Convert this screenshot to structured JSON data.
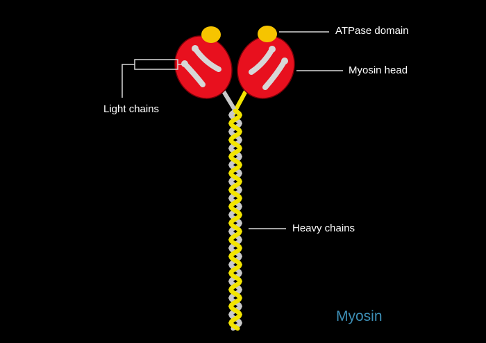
{
  "diagram": {
    "title": "Myosin",
    "labels": {
      "atpase_domain": "ATPase domain",
      "myosin_head": "Myosin head",
      "light_chains": "Light chains",
      "heavy_chains": "Heavy chains"
    }
  },
  "colors": {
    "background": "#000000",
    "head_red": "#e8101e",
    "head_outline": "#7a0008",
    "atpase_yellow": "#f6c400",
    "light_chain_grey": "#d7d7d7",
    "heavy_chain_yellow": "#f2e400",
    "heavy_chain_grey": "#c9c9c9",
    "pointer_line": "#d8d8d8",
    "title_blue": "#3d8fb6"
  }
}
